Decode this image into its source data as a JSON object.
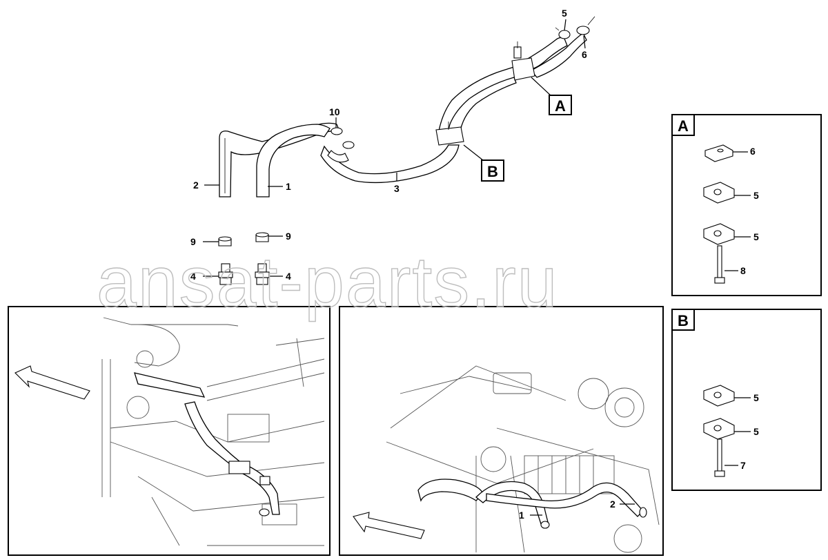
{
  "main_labels": {
    "hose_1": "1",
    "hose_2": "2",
    "hose_3": "3",
    "fitting_4_left": "4",
    "fitting_4_right": "4",
    "clip_5": "5",
    "clip_6": "6",
    "clamp_9_left": "9",
    "clamp_9_right": "9",
    "clamp_10": "10",
    "callout_a": "A",
    "callout_b": "B"
  },
  "watermark": "ansat-parts.ru",
  "detail_a": {
    "title": "A",
    "items": [
      "6",
      "5",
      "5",
      "8"
    ]
  },
  "detail_b": {
    "title": "B",
    "items": [
      "5",
      "5",
      "7"
    ]
  },
  "bottom_right_labels": {
    "hose_1": "1",
    "hose_2": "2"
  }
}
